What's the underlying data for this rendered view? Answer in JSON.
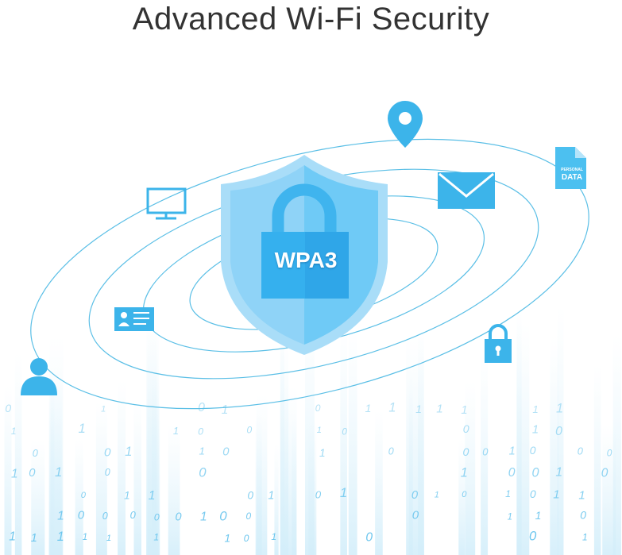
{
  "title": "Advanced Wi-Fi Security",
  "shield": {
    "label": "WPA3",
    "icon": "shield-padlock-icon"
  },
  "icons": [
    "location-pin-icon",
    "monitor-icon",
    "envelope-icon",
    "personal-data-document-icon",
    "id-card-icon",
    "padlock-icon",
    "user-icon"
  ],
  "document": {
    "line1": "PERSONAL",
    "line2": "DATA"
  },
  "binary_digits": "01",
  "colors": {
    "accent": "#29abe2",
    "shield_light": "#8fd3f7",
    "shield_dark": "#5cc3f5",
    "orbit": "#5bbfe6",
    "title": "#333333"
  }
}
